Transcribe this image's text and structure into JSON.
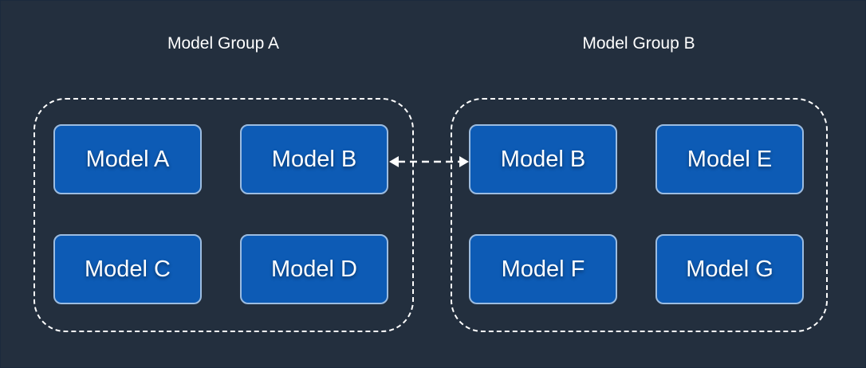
{
  "colors": {
    "background": "#232f3e",
    "model_fill": "#0d5bb5",
    "model_border": "#9cbce0",
    "group_border": "#ffffff",
    "text": "#ffffff",
    "connector": "#ffffff"
  },
  "groups": [
    {
      "title": "Model Group A",
      "models": [
        {
          "label": "Model A"
        },
        {
          "label": "Model B"
        },
        {
          "label": "Model C"
        },
        {
          "label": "Model D"
        }
      ]
    },
    {
      "title": "Model Group B",
      "models": [
        {
          "label": "Model B"
        },
        {
          "label": "Model E"
        },
        {
          "label": "Model F"
        },
        {
          "label": "Model G"
        }
      ]
    }
  ],
  "connector": {
    "from": "Model Group A / Model B",
    "to": "Model Group B / Model B",
    "style": "dashed",
    "direction": "bidirectional"
  }
}
